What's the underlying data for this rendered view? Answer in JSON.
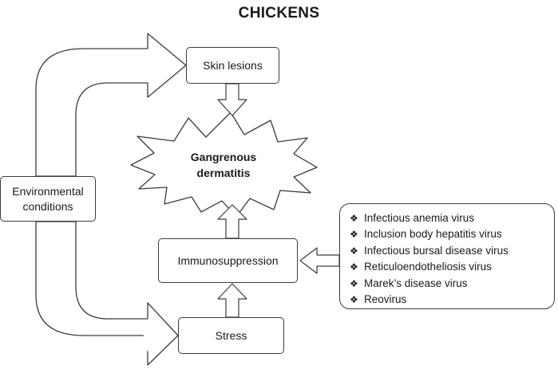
{
  "title": "CHICKENS",
  "nodes": {
    "skin_lesions": "Skin lesions",
    "gangrenous_dermatitis": [
      "Gangrenous",
      "dermatitis"
    ],
    "environmental_conditions": [
      "Environmental",
      "conditions"
    ],
    "immunosuppression": "Immunosuppression",
    "stress": "Stress"
  },
  "immunosuppressive_causes": [
    "Infectious anemia virus",
    "Inclusion body hepatitis virus",
    "Infectious bursal disease virus",
    "Reticuloendotheliosis virus",
    "Marek’s disease virus",
    "Reovirus"
  ],
  "bullet_icon": "diamond-bullet-icon"
}
